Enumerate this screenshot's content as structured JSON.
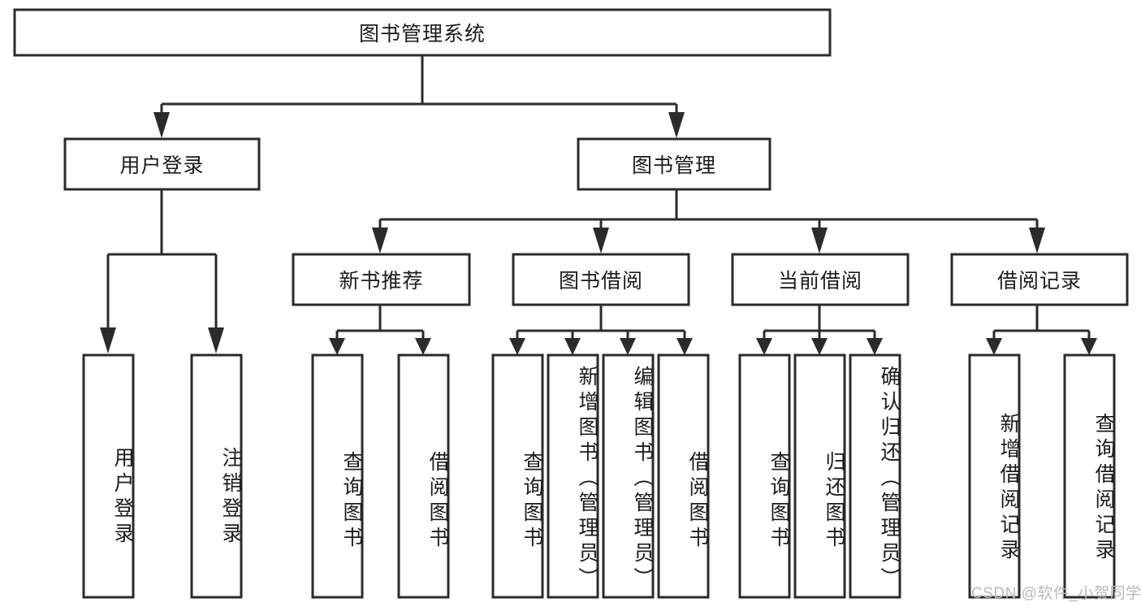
{
  "diagram": {
    "type": "tree",
    "title": "图书管理系统",
    "colors": {
      "stroke": "#2b2b2b",
      "box_fill": "#ffffff",
      "text": "#1c1c1c",
      "background": "#ffffff",
      "watermark": "#b9b9b9"
    },
    "root": {
      "label": "图书管理系统"
    },
    "level2": [
      {
        "id": "user-login",
        "label": "用户登录"
      },
      {
        "id": "book-management",
        "label": "图书管理"
      }
    ],
    "level3": [
      {
        "id": "new-book-recommend",
        "label": "新书推荐"
      },
      {
        "id": "book-borrow",
        "label": "图书借阅"
      },
      {
        "id": "current-borrow",
        "label": "当前借阅"
      },
      {
        "id": "borrow-record",
        "label": "借阅记录"
      }
    ],
    "leaves": [
      {
        "id": "leaf-user-login",
        "parent": "user-login",
        "label": "用户登录"
      },
      {
        "id": "leaf-logout",
        "parent": "user-login",
        "label": "注销登录"
      },
      {
        "id": "leaf-query-book-1",
        "parent": "new-book-recommend",
        "label": "查询图书"
      },
      {
        "id": "leaf-borrow-book-1",
        "parent": "new-book-recommend",
        "label": "借阅图书"
      },
      {
        "id": "leaf-query-book-2",
        "parent": "book-borrow",
        "label": "查询图书"
      },
      {
        "id": "leaf-add-book",
        "parent": "book-borrow",
        "label": "新增图书（管理员）"
      },
      {
        "id": "leaf-edit-book",
        "parent": "book-borrow",
        "label": "编辑图书（管理员）"
      },
      {
        "id": "leaf-borrow-book-2",
        "parent": "book-borrow",
        "label": "借阅图书"
      },
      {
        "id": "leaf-query-book-3",
        "parent": "current-borrow",
        "label": "查询图书"
      },
      {
        "id": "leaf-return-book",
        "parent": "current-borrow",
        "label": "归还图书"
      },
      {
        "id": "leaf-confirm-return",
        "parent": "current-borrow",
        "label": "确认归还（管理员）"
      },
      {
        "id": "leaf-add-record",
        "parent": "borrow-record",
        "label": "新增借阅记录"
      },
      {
        "id": "leaf-query-record",
        "parent": "borrow-record",
        "label": "查询借阅记录"
      }
    ],
    "watermark": "CSDN @软件_小贺同学"
  }
}
